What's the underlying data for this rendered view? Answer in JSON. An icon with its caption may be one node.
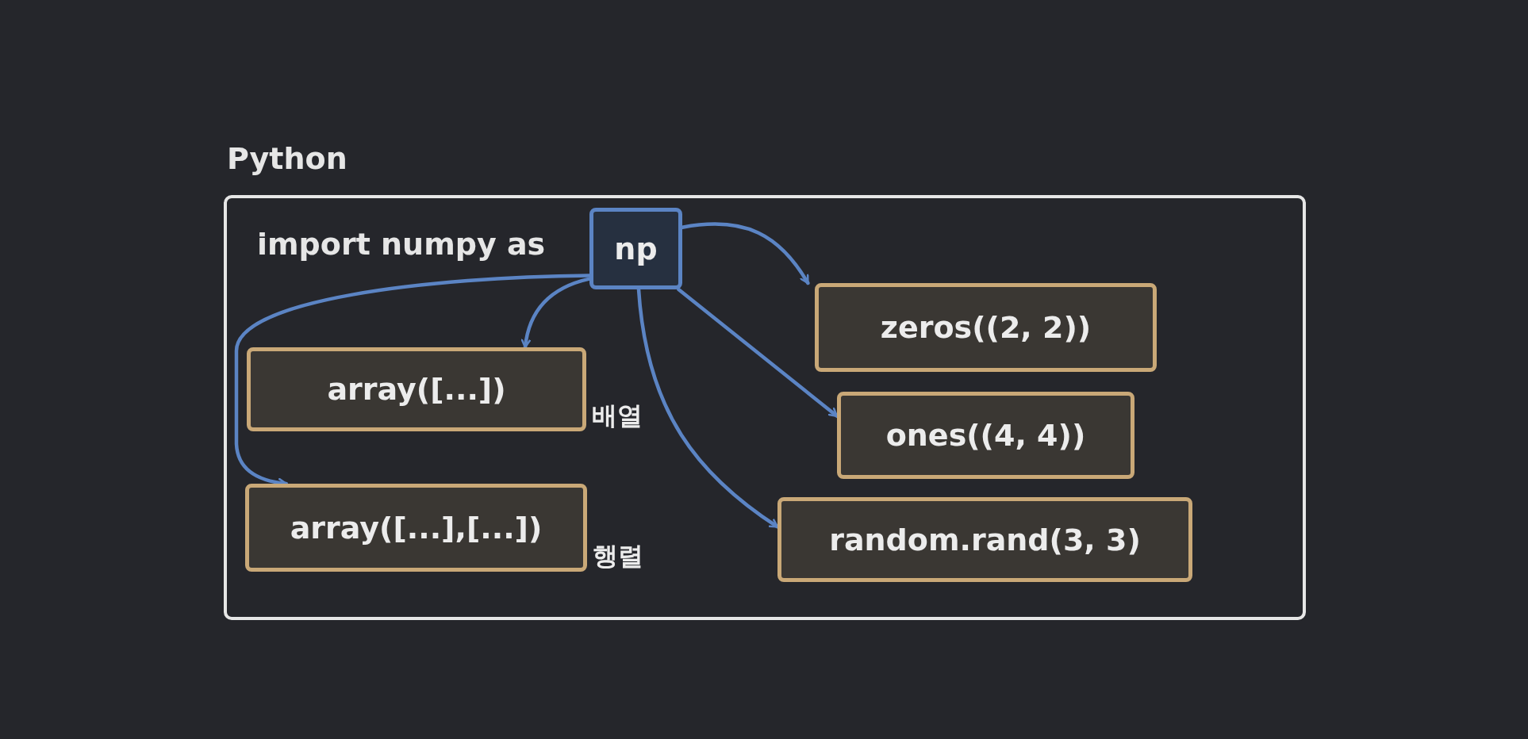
{
  "diagram": {
    "nodes": [
      {
        "text": [
          "Python",
          "import numpy as"
        ]
      },
      {
        "text": [
          "np"
        ],
        "in": 0
      },
      {
        "text": [
          "array([...])"
        ],
        "in": 0,
        "beside": [
          "배열"
        ]
      },
      {
        "text": [
          "array([...],[...])"
        ],
        "in": 0,
        "beside": [
          "행렬"
        ]
      },
      {
        "text": [
          "zeros((2, 2))"
        ],
        "in": 0
      },
      {
        "text": [
          "ones((4, 4))"
        ],
        "in": 0
      },
      {
        "text": [
          "random.rand(3, 3)"
        ],
        "in": 0
      }
    ],
    "edges": [
      {
        "from": 1,
        "to": 2,
        "arrow": "to"
      },
      {
        "from": 1,
        "to": 3,
        "arrow": "to"
      },
      {
        "from": 1,
        "to": 4,
        "arrow": "to"
      },
      {
        "from": 1,
        "to": 5,
        "arrow": "to"
      },
      {
        "from": 1,
        "to": 6,
        "arrow": "to"
      }
    ]
  }
}
